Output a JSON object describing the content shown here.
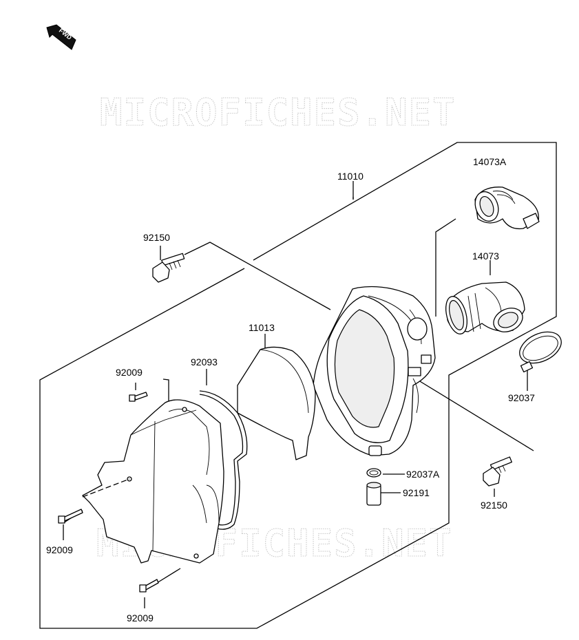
{
  "fwd_badge": "FWD",
  "watermark": "MICROFICHES.NET",
  "labels": {
    "p11010": "11010",
    "p14073a": "14073A",
    "p14073": "14073",
    "p92150_top": "92150",
    "p11013": "11013",
    "p92009_top": "92009",
    "p92093": "92093",
    "p92037": "92037",
    "p92037a": "92037A",
    "p92191": "92191",
    "p92150_right": "92150",
    "p92009_left": "92009",
    "p92009_bottom": "92009"
  }
}
